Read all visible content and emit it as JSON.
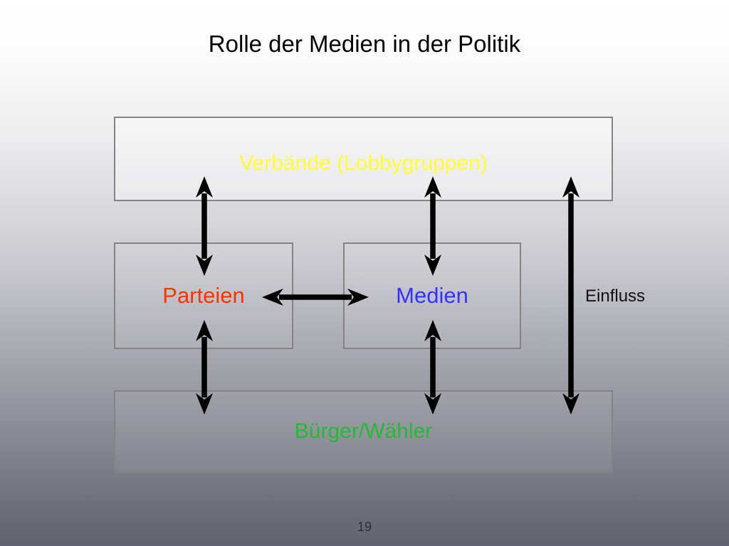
{
  "slide": {
    "title": "Rolle der Medien in der Politik",
    "page_number": "19"
  },
  "diagram": {
    "boxes": {
      "verbaende": {
        "label": "Verbände (Lobbygruppen)",
        "color": "#ffff33"
      },
      "parteien": {
        "label": "Parteien",
        "color": "#ff3300"
      },
      "medien": {
        "label": "Medien",
        "color": "#3333ff"
      },
      "buerger": {
        "label": "Bürger/Wähler",
        "color": "#22bb33"
      }
    },
    "labels": {
      "einfluss": {
        "label": "Einfluss",
        "color": "#111111"
      }
    },
    "arrow_color": "#000000"
  }
}
